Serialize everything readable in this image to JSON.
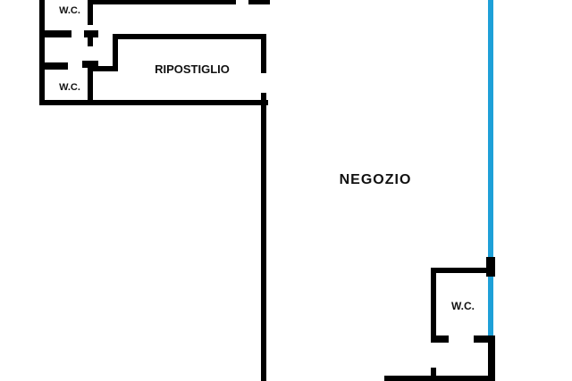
{
  "rooms": {
    "wc_top": "W.C.",
    "wc_mid": "W.C.",
    "ripostiglio": "RIPOSTIGLIO",
    "negozio": "NEGOZIO",
    "wc_bottom": "W.C."
  },
  "colors": {
    "wall": "#000000",
    "glazing": "#1ea0d8",
    "background": "#ffffff"
  }
}
